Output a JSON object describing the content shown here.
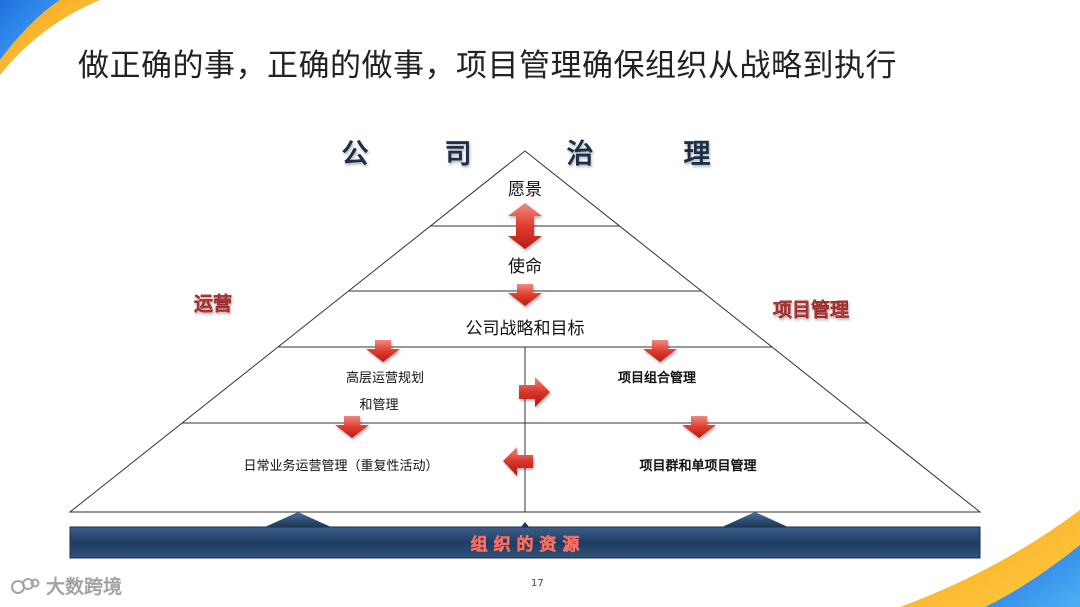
{
  "slide": {
    "title": "做正确的事，正确的做事，项目管理确保组织从战略到执行",
    "page_number": "17"
  },
  "pyramid": {
    "top_labels": [
      "公",
      "司",
      "治",
      "理"
    ],
    "levels": {
      "vision": "愿景",
      "mission": "使命",
      "strategy": "公司战略和目标",
      "ops_planning_line1": "高层运营规划",
      "ops_planning_line2": "和管理",
      "portfolio": "项目组合管理",
      "daily_ops": "日常业务运营管理（重复性活动）",
      "program": "项目群和单项目管理"
    },
    "side_labels": {
      "left": "运营",
      "right": "项目管理"
    },
    "base_label": "组 织 的 资 源"
  },
  "watermark": {
    "text": "大数跨境"
  },
  "colors": {
    "accent_red": "#e0352b",
    "side_label_red": "#e45a5a",
    "base_bar": "#2c4a6e",
    "line": "#222222"
  }
}
